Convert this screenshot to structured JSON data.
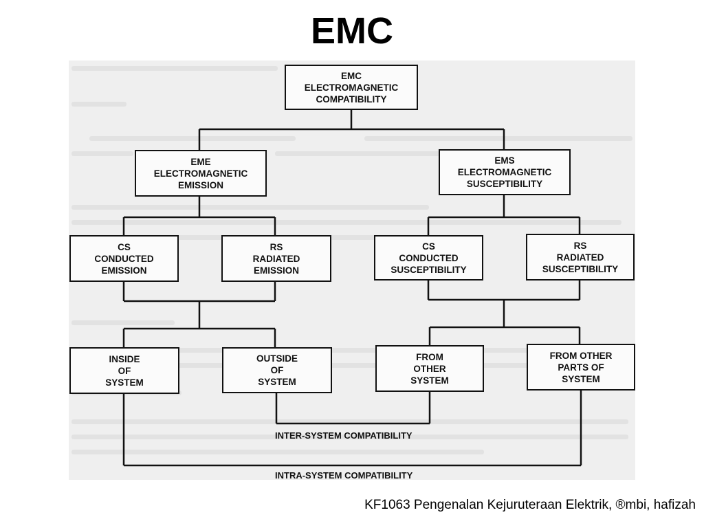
{
  "title": "EMC",
  "diagram": {
    "root": [
      "EMC",
      "ELECTROMAGNETIC",
      "COMPATIBILITY"
    ],
    "eme": [
      "EME",
      "ELECTROMAGNETIC",
      "EMISSION"
    ],
    "ems": [
      "EMS",
      "ELECTROMAGNETIC",
      "SUSCEPTIBILITY"
    ],
    "cs_emission": [
      "CS",
      "CONDUCTED",
      "EMISSION"
    ],
    "rs_emission": [
      "RS",
      "RADIATED",
      "EMISSION"
    ],
    "cs_susceptibility": [
      "CS",
      "CONDUCTED",
      "SUSCEPTIBILITY"
    ],
    "rs_susceptibility": [
      "RS",
      "RADIATED",
      "SUSCEPTIBILITY"
    ],
    "inside_system": [
      "INSIDE",
      "OF",
      "SYSTEM"
    ],
    "outside_system": [
      "OUTSIDE",
      "OF",
      "SYSTEM"
    ],
    "from_other_system": [
      "FROM",
      "OTHER",
      "SYSTEM"
    ],
    "from_other_parts": [
      "FROM OTHER",
      "PARTS OF",
      "SYSTEM"
    ],
    "inter_label": "INTER-SYSTEM COMPATIBILITY",
    "intra_label": "INTRA-SYSTEM COMPATIBILITY"
  },
  "footer": "KF1063 Pengenalan Kejuruteraan Elektrik, ®mbi, hafizah"
}
